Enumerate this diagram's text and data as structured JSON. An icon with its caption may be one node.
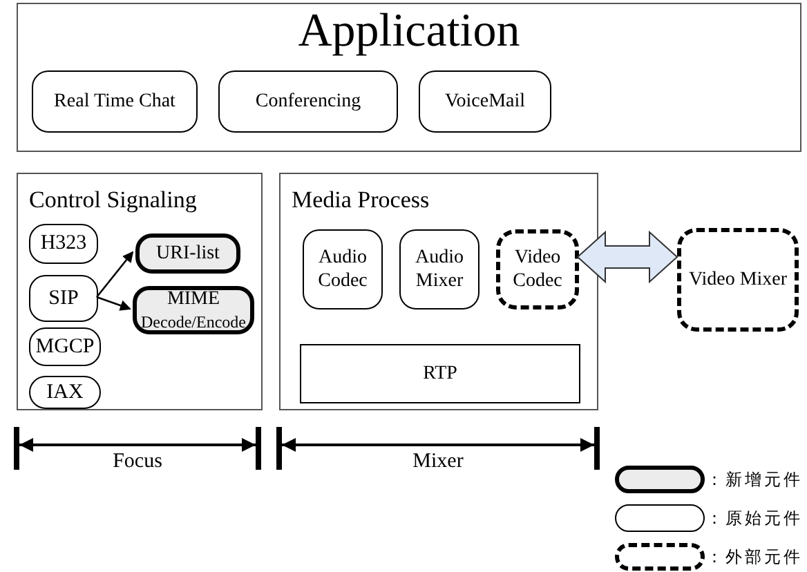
{
  "diagram": {
    "nodes": [
      {
        "text": [
          "Application"
        ]
      },
      {
        "text": [
          "Real Time Chat"
        ],
        "in": 0
      },
      {
        "text": [
          "Conferencing"
        ],
        "in": 0
      },
      {
        "text": [
          "VoiceMail"
        ],
        "in": 0
      },
      {
        "text": [
          "Control Signaling"
        ]
      },
      {
        "text": [
          "H323"
        ],
        "in": 4
      },
      {
        "text": [
          "SIP"
        ],
        "in": 4
      },
      {
        "text": [
          "URI-list"
        ],
        "in": 4
      },
      {
        "text": [
          "MIME",
          "Decode/Encode"
        ],
        "in": 4
      },
      {
        "text": [
          "MGCP"
        ],
        "in": 4
      },
      {
        "text": [
          "IAX"
        ],
        "in": 4
      },
      {
        "text": [
          "Media Process"
        ]
      },
      {
        "text": [
          "Audio Codec"
        ],
        "in": 11
      },
      {
        "text": [
          "Audio Mixer"
        ],
        "in": 11
      },
      {
        "text": [
          "Video Codec"
        ],
        "in": 11
      },
      {
        "text": [
          "RTP"
        ],
        "in": 11
      },
      {
        "text": [
          "Video Mixer"
        ]
      }
    ],
    "edges": [
      {
        "from": 6,
        "to": 7,
        "arrow": "to"
      },
      {
        "from": 6,
        "to": 8,
        "arrow": "to"
      },
      {
        "from": 14,
        "to": 16,
        "arrow": "both",
        "style": "thick",
        "color": "#dfe8f6"
      }
    ],
    "labels": [
      "Focus",
      "Mixer"
    ],
    "legend": [
      {
        "text": "：新增元件"
      },
      {
        "text": "：原始元件"
      },
      {
        "text": "：外部元件"
      }
    ]
  }
}
